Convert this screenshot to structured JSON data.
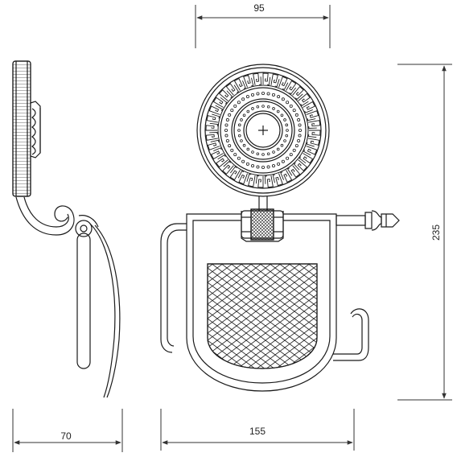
{
  "dimensions": {
    "top_width": "95",
    "height": "235",
    "depth": "70",
    "width": "155"
  },
  "colors": {
    "line": "#1a1a1a",
    "dim_line": "#333333",
    "background": "#ffffff"
  },
  "icons": {
    "rosette_center": "plus-icon"
  }
}
